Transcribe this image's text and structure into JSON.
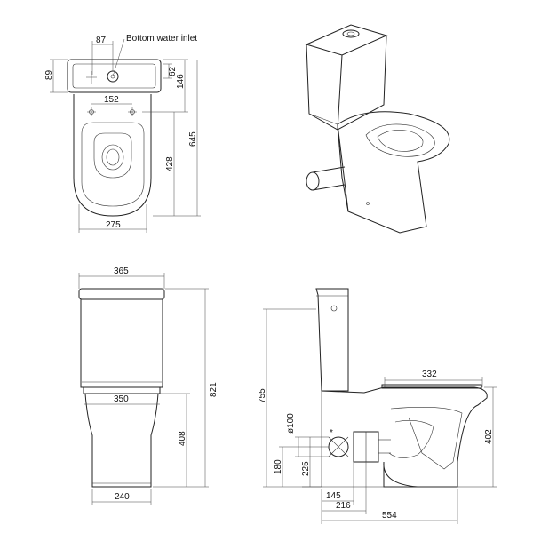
{
  "top_view": {
    "inlet_label": "Bottom water inlet",
    "dim_inlet_offset": "87",
    "dim_tank_depth": "89",
    "dim_62": "62",
    "dim_146": "146",
    "dim_152": "152",
    "dim_428": "428",
    "dim_645": "645",
    "dim_width": "275"
  },
  "front_view": {
    "dim_tank_width": "365",
    "dim_seat_width": "350",
    "dim_base_width": "240",
    "dim_821": "821",
    "dim_408": "408"
  },
  "side_view": {
    "dim_755": "755",
    "dim_332": "332",
    "dim_402": "402",
    "dim_pipe": "ø100",
    "dim_180": "180",
    "dim_225": "225",
    "dim_145": "145",
    "dim_216": "216",
    "dim_554": "554",
    "asterisk": "*"
  }
}
